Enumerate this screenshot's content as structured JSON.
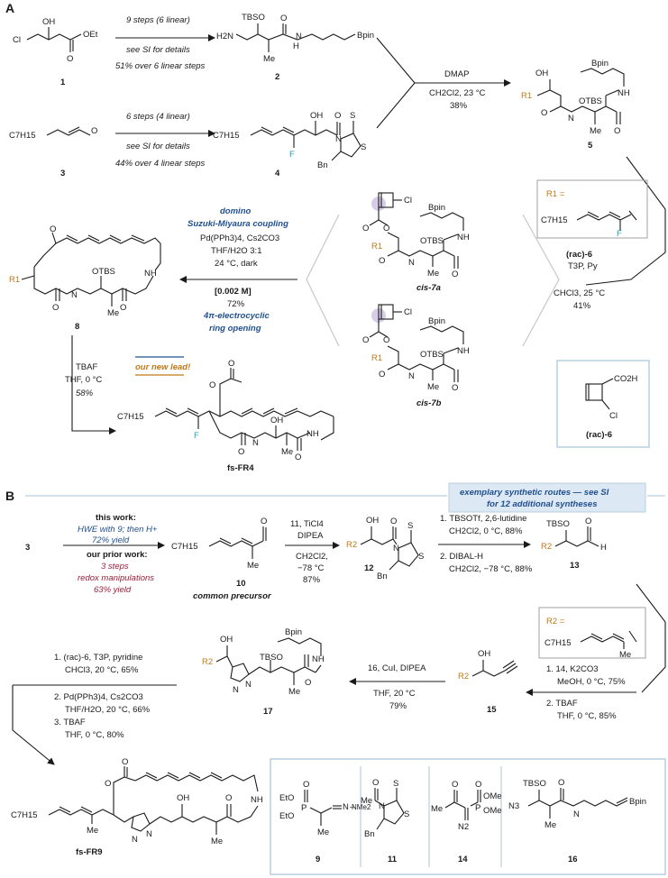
{
  "panels": {
    "a": "A",
    "b": "B"
  },
  "compounds": {
    "c1": "1",
    "c2": "2",
    "c3": "3",
    "c4": "4",
    "c5": "5",
    "c7a": "cis-7a",
    "c7b": "cis-7b",
    "c8": "8",
    "fsFR4": "fs-FR4",
    "rac6": "(rac)-6",
    "c3b": "3",
    "c10": "10",
    "c12": "12",
    "c13": "13",
    "c15": "15",
    "c17": "17",
    "fsFR9": "fs-FR9",
    "c9": "9",
    "c11": "11",
    "c14": "14",
    "c16": "16",
    "common_precursor": "common precursor"
  },
  "labels": {
    "C7H15": "C7H15",
    "TBSO": "TBSO",
    "OTBS": "OTBS",
    "OH": "OH",
    "Me": "Me",
    "Bpin": "Bpin",
    "Cl": "Cl",
    "F": "F",
    "Bn": "Bn",
    "N": "N",
    "S": "S",
    "O": "O",
    "NH": "NH",
    "H2N": "H2N",
    "R1": "R1",
    "R2": "R2",
    "H": "H",
    "OEt": "OEt",
    "EtO": "EtO",
    "CO2H": "CO2H",
    "N3": "N3",
    "NMe2": "NMe2",
    "OMe": "OMe",
    "P": "P",
    "N2": "N2",
    "R1eq": "R1 =",
    "R2eq": "R2 ="
  },
  "steps": {
    "s1_top": "9 steps (6 linear)",
    "s1_mid": "see SI for details",
    "s1_bot": "51% over 6 linear steps",
    "s3_top": "6 steps (4 linear)",
    "s3_mid": "see SI for details",
    "s3_bot": "44% over 4 linear steps",
    "dmap": "DMAP",
    "dmap_cond": "CH2Cl2, 23 °C",
    "dmap_yield": "38%",
    "rac6_reag": "(rac)-6",
    "rac6_cond1": "T3P, Py",
    "rac6_cond2": "CHCl3, 25 °C",
    "rac6_yield": "41%",
    "domino1": "domino",
    "domino2": "Suzuki-Miyaura coupling",
    "pd1": "Pd(PPh3)4, Cs2CO3",
    "pd2": "THF/H2O 3:1",
    "pd3": "24 °C, dark",
    "conc": "[0.002 M]",
    "pd_yield": "72%",
    "electro1": "4π-electrocyclic",
    "electro2": "ring opening",
    "tbaf": "TBAF",
    "tbaf_cond": "THF, 0 °C",
    "tbaf_yield": "58%",
    "new_lead": "our new lead!",
    "exemplary1": "exemplary synthetic routes — see SI",
    "exemplary2": "for 12 additional syntheses",
    "this_work": "this work:",
    "hwe": "HWE with 9; then H+",
    "hwe_yield": "72% yield",
    "prior": "our prior work:",
    "prior1": "3 steps",
    "prior2": "redox manipulations",
    "prior3": "63% yield",
    "ald1": "11, TiCl4",
    "ald2": "DIPEA",
    "ald3": "CH2Cl2,",
    "ald4": "−78 °C",
    "ald5": "87%",
    "tbs1": "1. TBSOTf, 2,6-lutidine",
    "tbs2": "CH2Cl2, 0 °C, 88%",
    "tbs3": "2. DIBAL-H",
    "tbs4": "CH2Cl2, −78 °C, 88%",
    "alk1": "1. 14, K2CO3",
    "alk2": "MeOH, 0 °C, 75%",
    "alk3": "2. TBAF",
    "alk4": "THF, 0 °C, 85%",
    "click1": "16, CuI, DIPEA",
    "click2": "THF, 20 °C",
    "click3": "79%",
    "fin1": "1. (rac)-6, T3P, pyridine",
    "fin2": "CHCl3, 20 °C, 65%",
    "fin3": "2. Pd(PPh3)4, Cs2CO3",
    "fin4": "THF/H2O, 20 °C, 66%",
    "fin5": "3. TBAF",
    "fin6": "THF, 0 °C, 80%"
  }
}
